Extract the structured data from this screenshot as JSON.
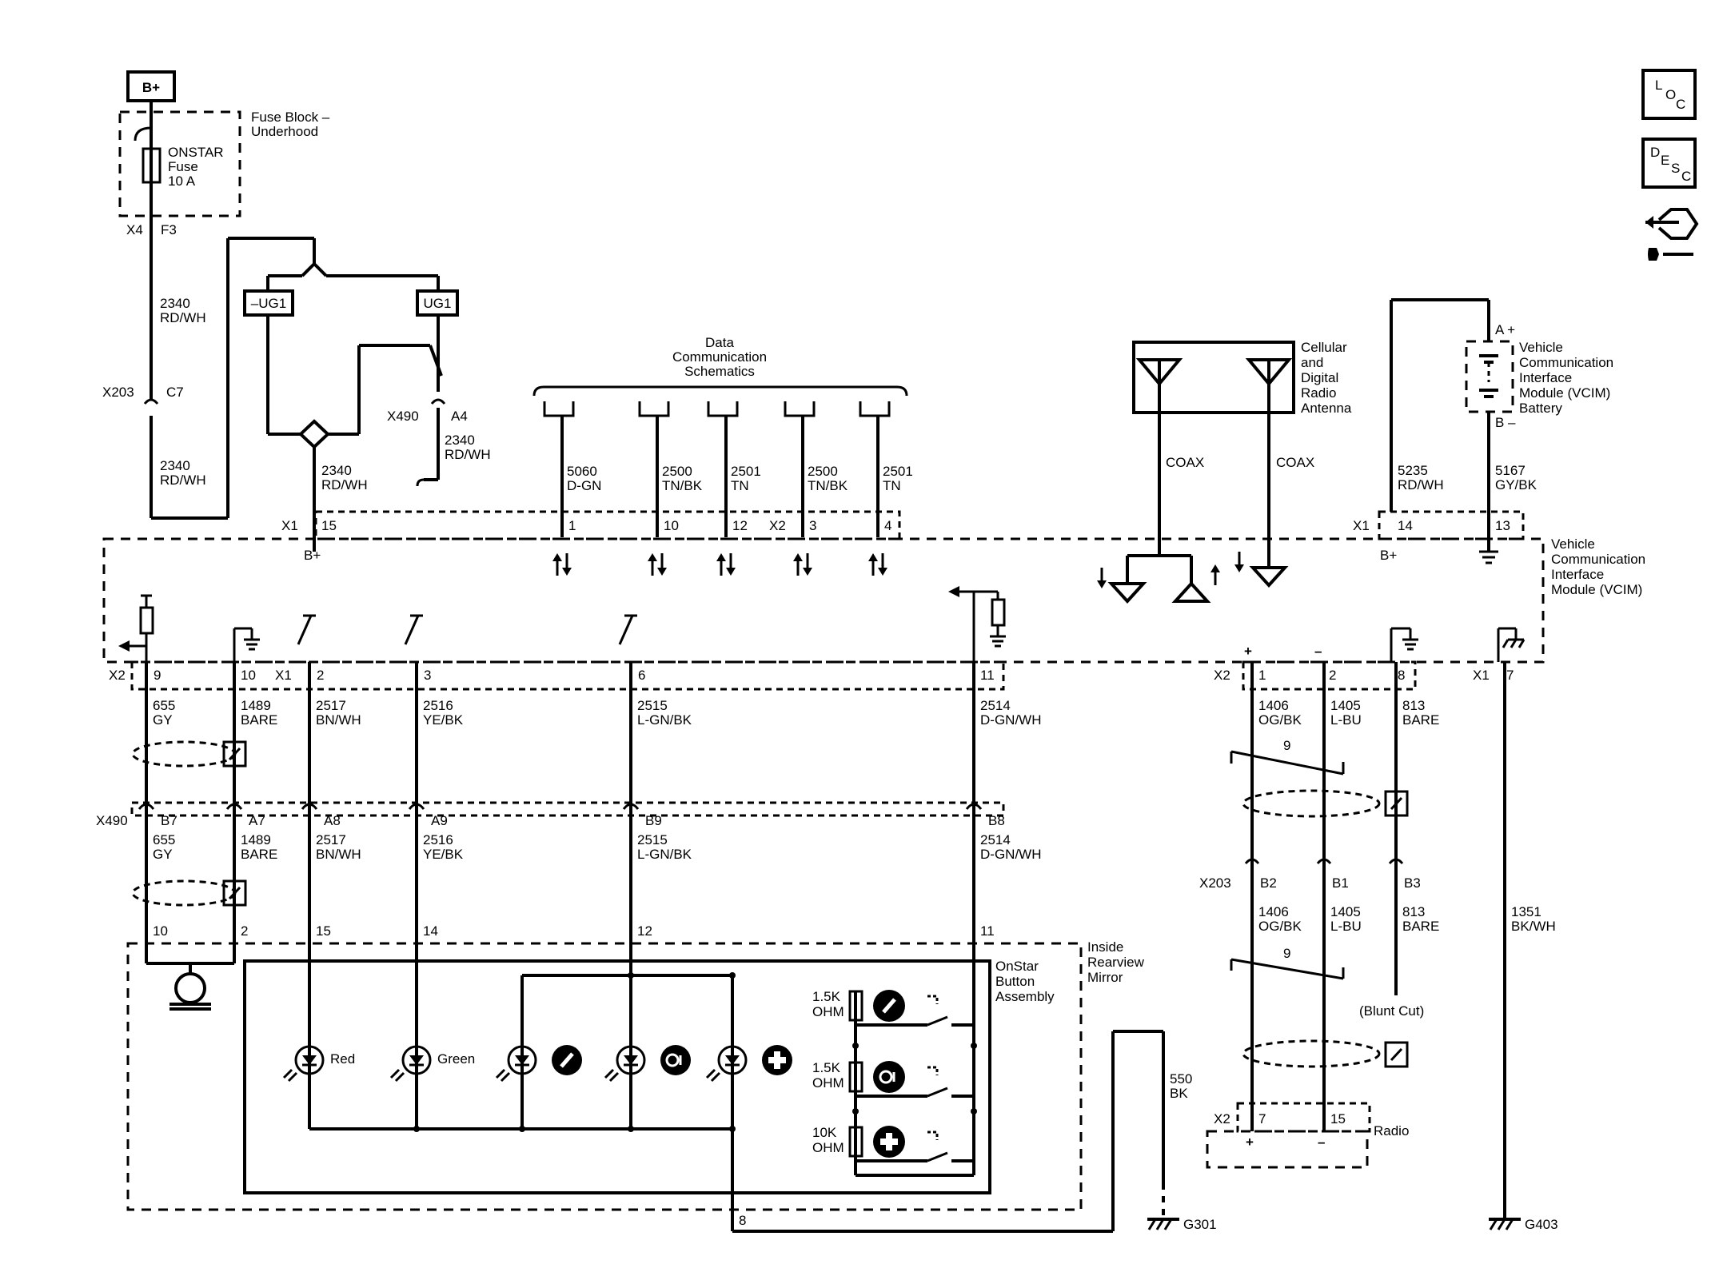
{
  "power": {
    "bplus": "B+"
  },
  "fuse_block": {
    "name_line1": "Fuse Block –",
    "name_line2": "Underhood",
    "fuse_line1": "ONSTAR",
    "fuse_line2": "Fuse",
    "fuse_line3": "10 A",
    "connector": "X4",
    "pin": "F3"
  },
  "ug": {
    "not_ug1": "–UG1",
    "ug1": "UG1"
  },
  "wires_left": {
    "w1_num": "2340",
    "w1_color": "RD/WH",
    "w2_num": "2340",
    "w2_color": "RD/WH",
    "x203": "X203",
    "c7": "C7",
    "w3_num": "2340",
    "w3_color": "RD/WH",
    "x490": "X490",
    "a4": "A4",
    "w4_num": "2340",
    "w4_color": "RD/WH"
  },
  "data_comm": {
    "line1": "Data",
    "line2": "Communication",
    "line3": "Schematics",
    "wires": [
      {
        "num": "5060",
        "color": "D-GN",
        "pin": "1"
      },
      {
        "num": "2500",
        "color": "TN/BK",
        "pin": "10"
      },
      {
        "num": "2501",
        "color": "TN",
        "pin": "12"
      },
      {
        "num": "2500",
        "color": "TN/BK",
        "pin": "3"
      },
      {
        "num": "2501",
        "color": "TN",
        "pin": "4"
      }
    ]
  },
  "vcim_top": {
    "x1": "X1",
    "pin15": "15",
    "bplus": "B+",
    "x2": "X2",
    "x1_right": "X1",
    "pin14": "14",
    "pin13": "13",
    "bplus_right": "B+"
  },
  "antenna": {
    "line1": "Cellular",
    "line2": "and",
    "line3": "Digital",
    "line4": "Radio",
    "line5": "Antenna",
    "coax1": "COAX",
    "coax2": "COAX"
  },
  "battery": {
    "line1": "Vehicle",
    "line2": "Communication",
    "line3": "Interface",
    "line4": "Module (VCIM)",
    "line5": "Battery",
    "a_plus": "A +",
    "b_minus": "B –",
    "w1_num": "5235",
    "w1_color": "RD/WH",
    "w2_num": "5167",
    "w2_color": "GY/BK"
  },
  "vcim": {
    "line1": "Vehicle",
    "line2": "Communication",
    "line3": "Interface",
    "line4": "Module (VCIM)"
  },
  "vcim_bottom_pins": {
    "x2": "X2",
    "p9": "9",
    "p10": "10",
    "x1": "X1",
    "p2": "2",
    "p3": "3",
    "p6": "6",
    "p11": "11",
    "x2_right": "X2",
    "p1": "1",
    "p2r": "2",
    "p8": "8",
    "x1_right": "X1",
    "p7": "7"
  },
  "wires_mid": [
    {
      "num": "655",
      "color": "GY"
    },
    {
      "num": "1489",
      "color": "BARE"
    },
    {
      "num": "2517",
      "color": "BN/WH"
    },
    {
      "num": "2516",
      "color": "YE/BK"
    },
    {
      "num": "2515",
      "color": "L-GN/BK"
    },
    {
      "num": "2514",
      "color": "D-GN/WH"
    }
  ],
  "x490_row": {
    "conn": "X490",
    "pins": [
      "B7",
      "A7",
      "A8",
      "A9",
      "B9",
      "B8"
    ]
  },
  "wires_low": [
    {
      "num": "655",
      "color": "GY"
    },
    {
      "num": "1489",
      "color": "BARE"
    },
    {
      "num": "2517",
      "color": "BN/WH"
    },
    {
      "num": "2516",
      "color": "YE/BK"
    },
    {
      "num": "2515",
      "color": "L-GN/BK"
    },
    {
      "num": "2514",
      "color": "D-GN/WH"
    }
  ],
  "mirror_pins": [
    "10",
    "2",
    "15",
    "14",
    "12",
    "11",
    "8"
  ],
  "mirror": {
    "line1": "Inside",
    "line2": "Rearview",
    "line3": "Mirror"
  },
  "button_assy": {
    "line1": "OnStar",
    "line2": "Button",
    "line3": "Assembly"
  },
  "leds": {
    "red": "Red",
    "green": "Green"
  },
  "resistors": [
    {
      "value": "1.5K",
      "unit": "OHM"
    },
    {
      "value": "1.5K",
      "unit": "OHM"
    },
    {
      "value": "10K",
      "unit": "OHM"
    }
  ],
  "icons": {
    "phone": "phone-icon",
    "onstar": "onstar-on-icon",
    "emergency": "emergency-cross-icon"
  },
  "right_wires": {
    "w1_num": "1406",
    "w1_color": "OG/BK",
    "w2_num": "1405",
    "w2_color": "L-BU",
    "w3_num": "813",
    "w3_color": "BARE",
    "twist1": "9",
    "x203": "X203",
    "b2": "B2",
    "b1": "B1",
    "b3": "B3",
    "w4_num": "1406",
    "w4_color": "OG/BK",
    "w5_num": "1405",
    "w5_color": "L-BU",
    "w6_num": "813",
    "w6_color": "BARE",
    "twist2": "9",
    "blunt": "(Blunt Cut)",
    "w7_num": "1351",
    "w7_color": "BK/WH"
  },
  "radio": {
    "x2": "X2",
    "p7": "7",
    "p15": "15",
    "name": "Radio",
    "plus": "+",
    "minus": "–"
  },
  "grounds": {
    "g301": "G301",
    "g301_num": "550",
    "g301_color": "BK",
    "g403": "G403"
  },
  "side_icons": {
    "loc": {
      "a": "L",
      "b": "O",
      "c": "C"
    },
    "desc": {
      "a": "D",
      "b": "E",
      "c": "S",
      "d": "C"
    }
  },
  "polarity": {
    "plus": "+",
    "minus": "–"
  }
}
